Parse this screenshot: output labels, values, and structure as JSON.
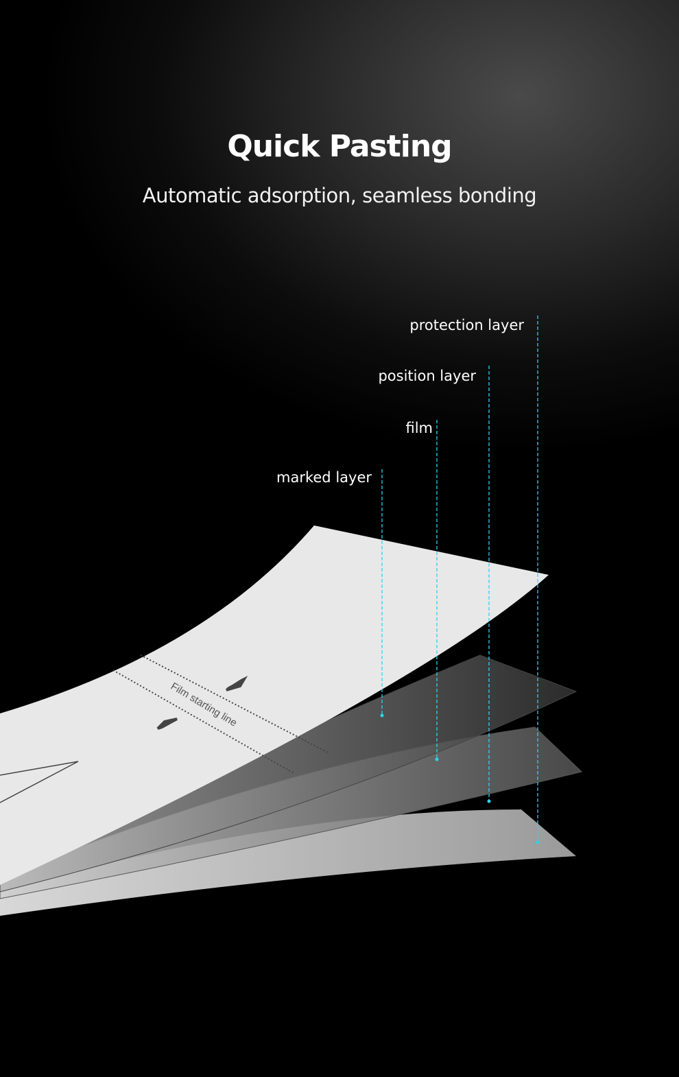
{
  "header": {
    "title": "Quick Pasting",
    "subtitle": "Automatic adsorption, seamless bonding"
  },
  "layers": [
    {
      "label": "protection layer"
    },
    {
      "label": "position layer"
    },
    {
      "label": "film"
    },
    {
      "label": "marked layer"
    }
  ],
  "sheet": {
    "marking_text": "Film starting line"
  },
  "colors": {
    "accent": "#2fd3ea",
    "sheet": "#e8e8e8"
  }
}
